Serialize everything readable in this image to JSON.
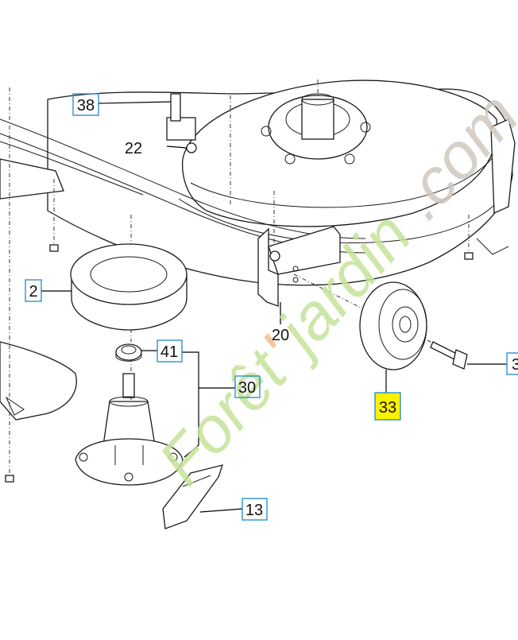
{
  "labels": {
    "p38": "38",
    "p22": "22",
    "p2": "2",
    "p20": "20",
    "p41": "41",
    "p30": "30",
    "p33": "33",
    "p13": "13",
    "p3": "3"
  },
  "watermark": {
    "green_text": "Forêt",
    "orange_text": "'",
    "green_text2": "jardin",
    "grey_text": ".com"
  },
  "colors": {
    "box_outline": "#1e88c8",
    "highlight": "#fbf200",
    "watermark_green": "#c5e39a",
    "watermark_orange": "#f6c28a",
    "watermark_grey": "#cfc8c0"
  }
}
